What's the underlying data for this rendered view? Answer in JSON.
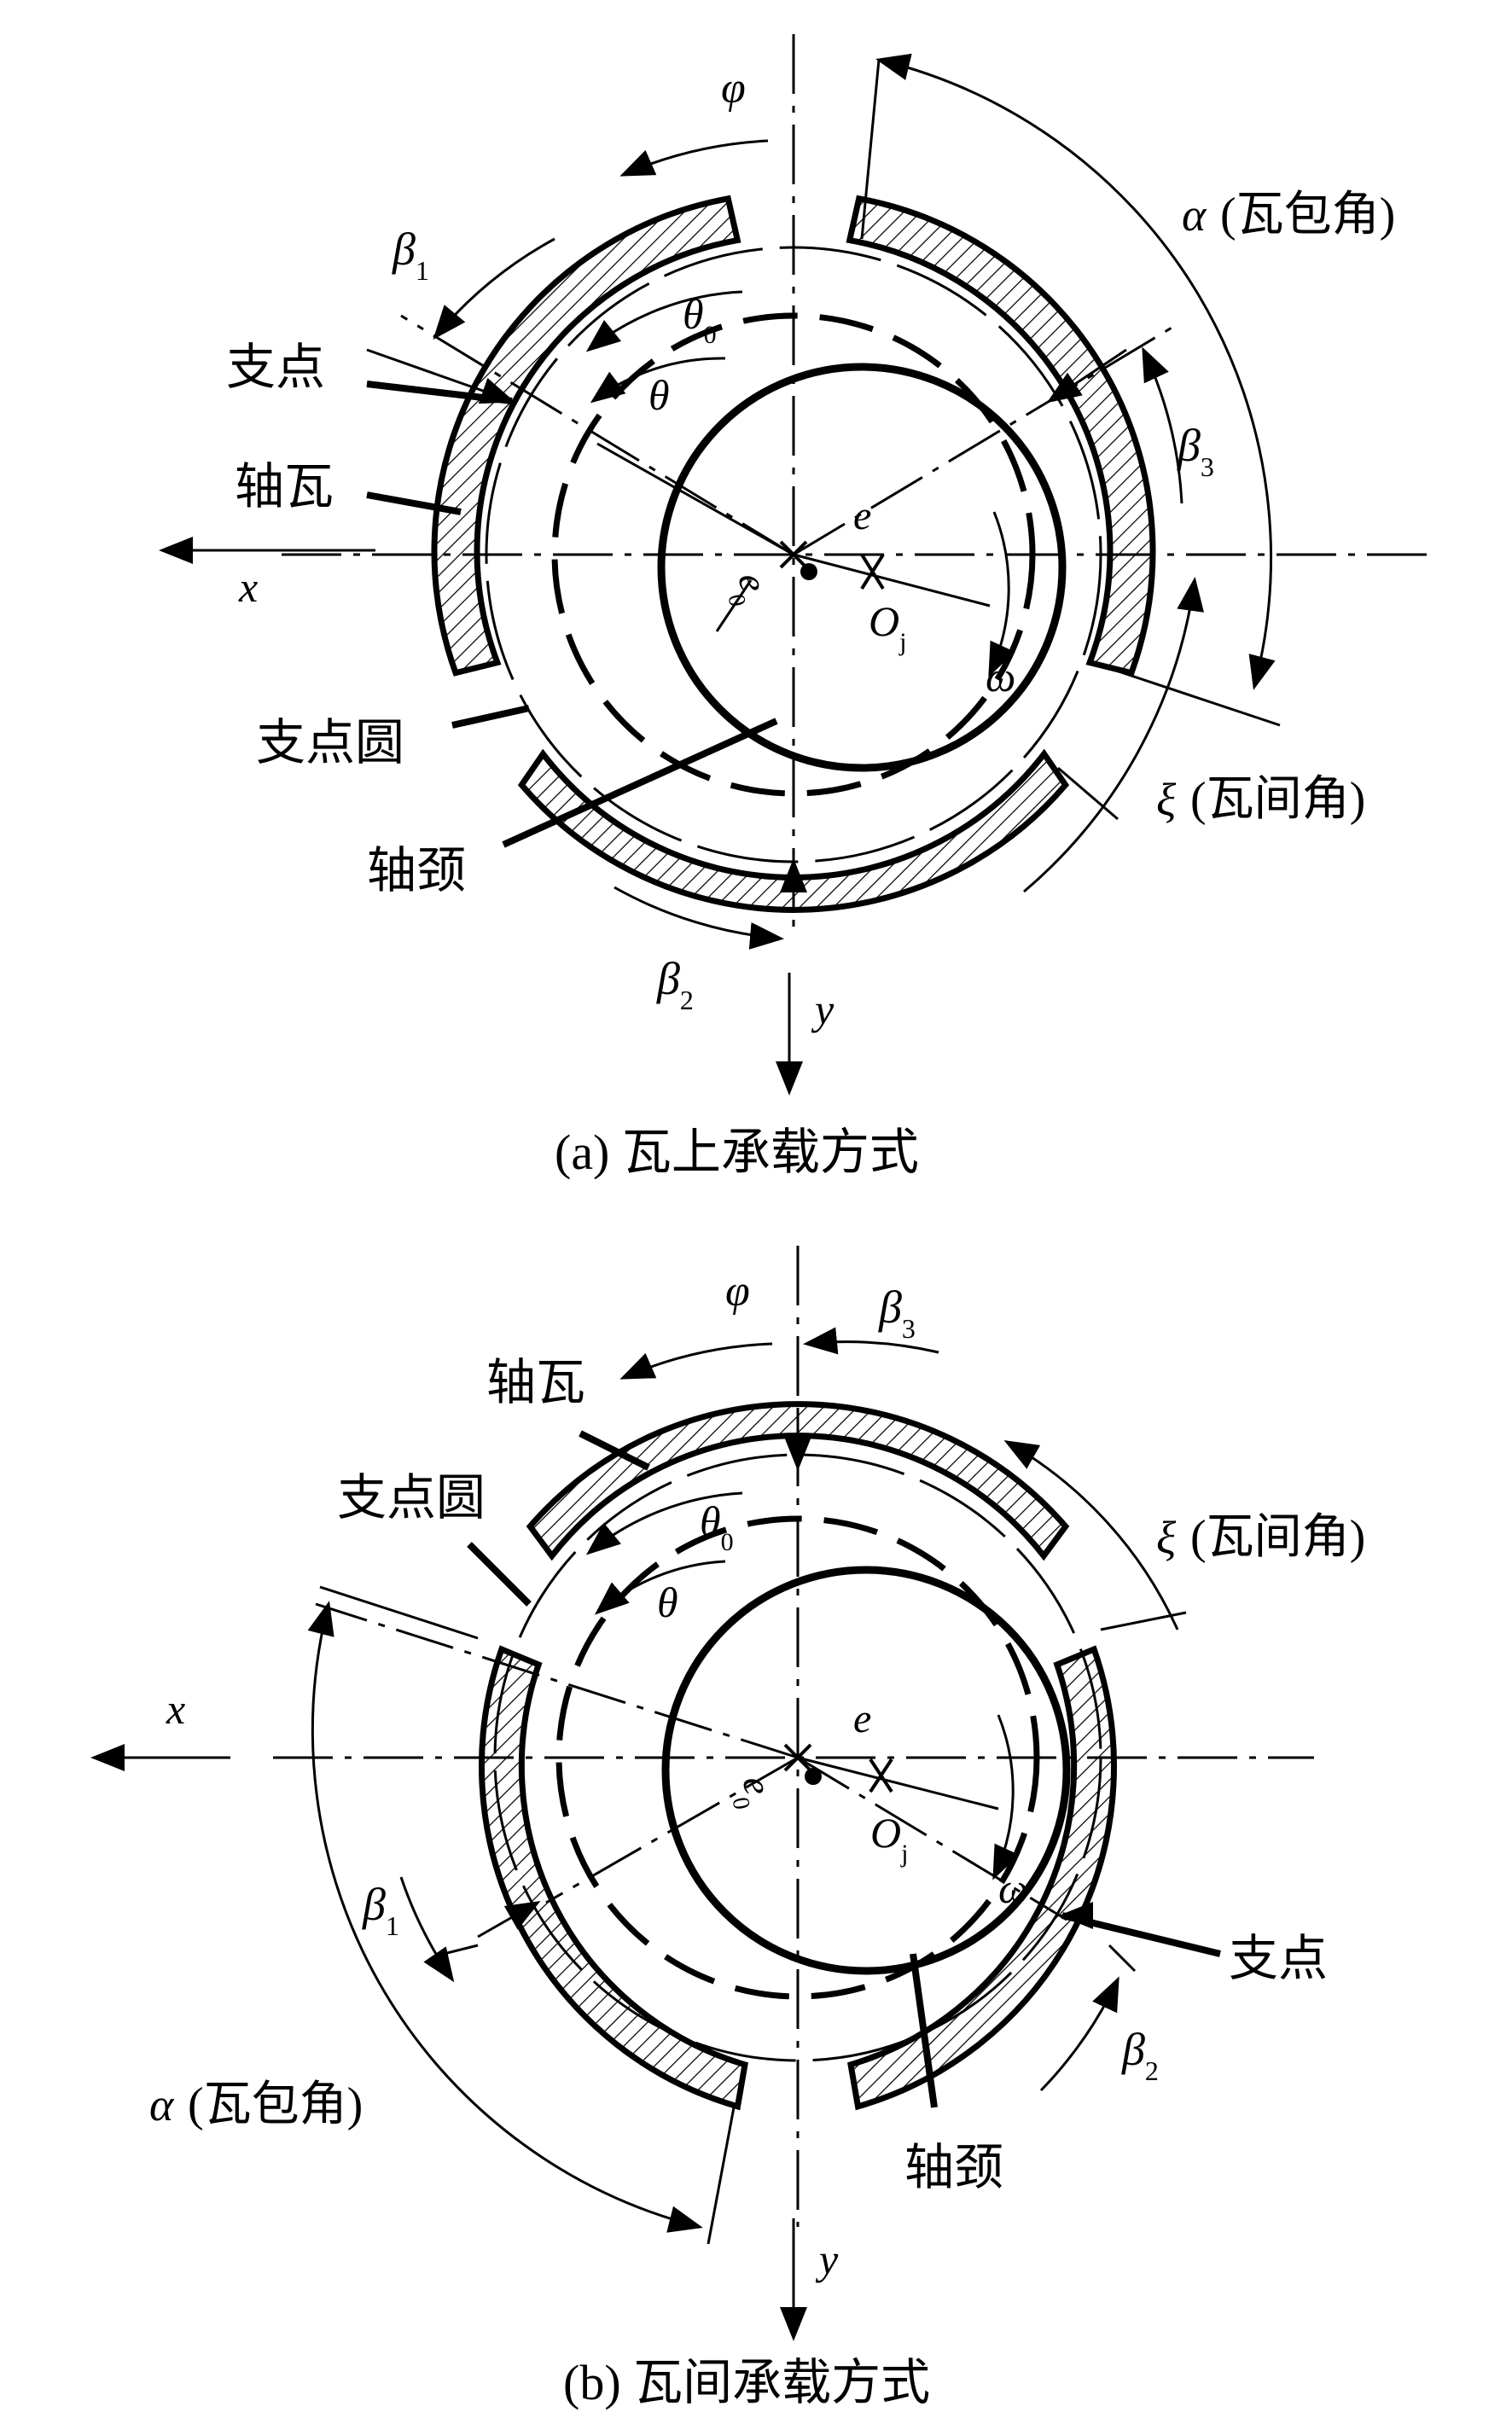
{
  "figure_a": {
    "caption": "(a) 瓦上承载方式",
    "labels": {
      "phi": "φ",
      "alpha": "α",
      "alpha_note": "(瓦包角)",
      "beta1": "β",
      "beta1_sub": "1",
      "beta2": "β",
      "beta2_sub": "2",
      "beta3": "β",
      "beta3_sub": "3",
      "theta0": "θ",
      "theta0_sub": "0",
      "theta": "θ",
      "e": "e",
      "e0": "e",
      "e0_sub": "0",
      "oj": "O",
      "oj_sub": "j",
      "omega": "ω",
      "xi": "ξ",
      "xi_note": "(瓦间角)",
      "pivot": "支点",
      "pad": "轴瓦",
      "pivot_circle": "支点圆",
      "journal": "轴颈",
      "x": "x",
      "y": "y"
    }
  },
  "figure_b": {
    "caption": "(b) 瓦间承载方式",
    "labels": {
      "phi": "φ",
      "beta3": "β",
      "beta3_sub": "3",
      "pad": "轴瓦",
      "pivot_circle": "支点圆",
      "xi": "ξ",
      "xi_note": "(瓦间角)",
      "theta0": "θ",
      "theta0_sub": "0",
      "theta": "θ",
      "x": "x",
      "e": "e",
      "e0": "e",
      "e0_sub": "0",
      "oj": "O",
      "oj_sub": "j",
      "omega": "ω",
      "beta1": "β",
      "beta1_sub": "1",
      "pivot": "支点",
      "beta2": "β",
      "beta2_sub": "2",
      "alpha": "α",
      "alpha_note": "(瓦包角)",
      "journal": "轴颈",
      "y": "y"
    }
  }
}
